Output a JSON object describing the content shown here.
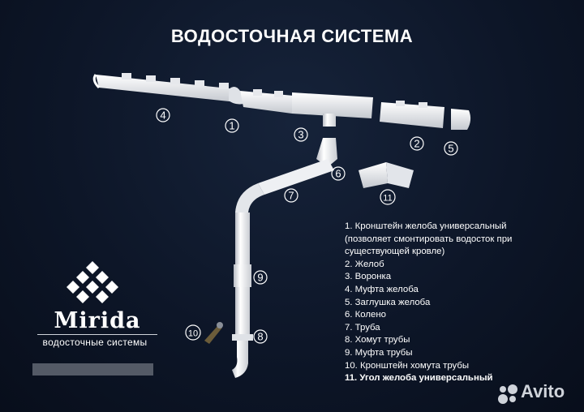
{
  "title": "ВОДОСТОЧНАЯ СИСТЕМА",
  "callouts": [
    "1",
    "2",
    "3",
    "4",
    "5",
    "6",
    "7",
    "8",
    "9",
    "10",
    "11"
  ],
  "legend": [
    "1. Кронштейн желоба универсальный",
    "(позволяет смонтировать водосток при",
    "существующей кровле)",
    "2. Желоб",
    "3. Воронка",
    "4. Муфта желоба",
    "5. Заглушка желоба",
    "6. Колено",
    "7. Труба",
    "8. Хомут трубы",
    "9. Муфта трубы",
    "10. Кронштейн хомута трубы",
    "11. Угол желоба универсальный"
  ],
  "brand": {
    "name": "Mirida",
    "tagline": "водосточные системы"
  },
  "watermark": "Avito",
  "colors": {
    "background": "#0d1628",
    "text": "#ffffff",
    "part": "#f2f3f5"
  }
}
